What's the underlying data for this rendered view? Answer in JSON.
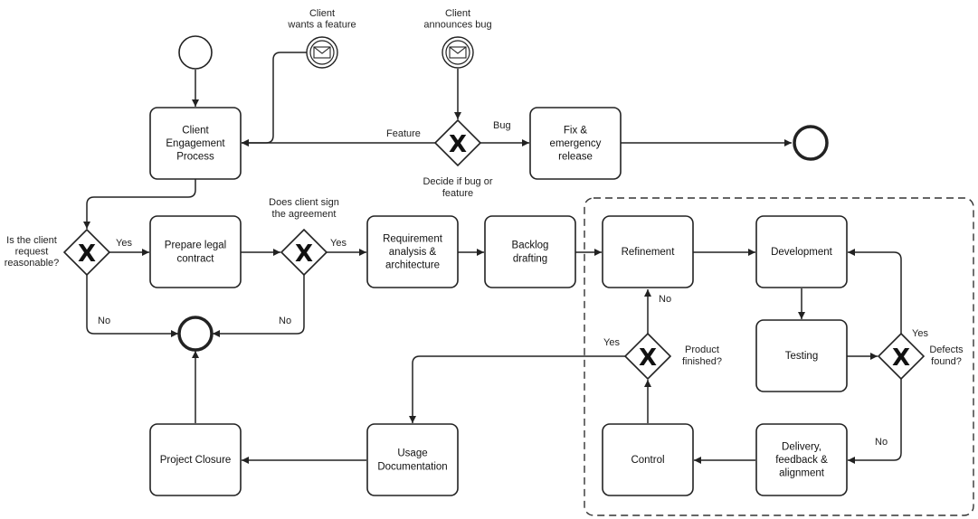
{
  "tasks": {
    "client_engagement": "Client\nEngagement\nProcess",
    "fix_release": "Fix &\nemergency\nrelease",
    "prepare_contract": "Prepare legal\ncontract",
    "requirement_analysis": "Requirement\nanalysis &\narchitecture",
    "backlog": "Backlog\ndrafting",
    "refinement": "Refinement",
    "development": "Development",
    "testing": "Testing",
    "delivery": "Delivery,\nfeedback &\nalignment",
    "control": "Control",
    "usage_docs": "Usage\nDocumentation",
    "project_closure": "Project Closure"
  },
  "events": {
    "wants_feature": "Client\nwants a feature",
    "announces_bug": "Client\nannounces bug"
  },
  "gateways": {
    "decide_bug": "Decide if bug or\nfeature",
    "request_reasonable": "Is the client\nrequest\nreasonable?",
    "sign_agreement": "Does client sign\nthe agreement",
    "product_finished": "Product\nfinished?",
    "defects_found": "Defects\nfound?"
  },
  "edge_labels": {
    "feature": "Feature",
    "bug": "Bug",
    "reasonable_yes": "Yes",
    "reasonable_no": "No",
    "sign_yes": "Yes",
    "sign_no": "No",
    "finished_no": "No",
    "finished_yes": "Yes",
    "defects_yes": "Yes",
    "defects_no": "No"
  },
  "gateway_symbol": "X",
  "colors": {
    "stroke": "#222222",
    "fill": "#ffffff",
    "text": "#111111"
  }
}
